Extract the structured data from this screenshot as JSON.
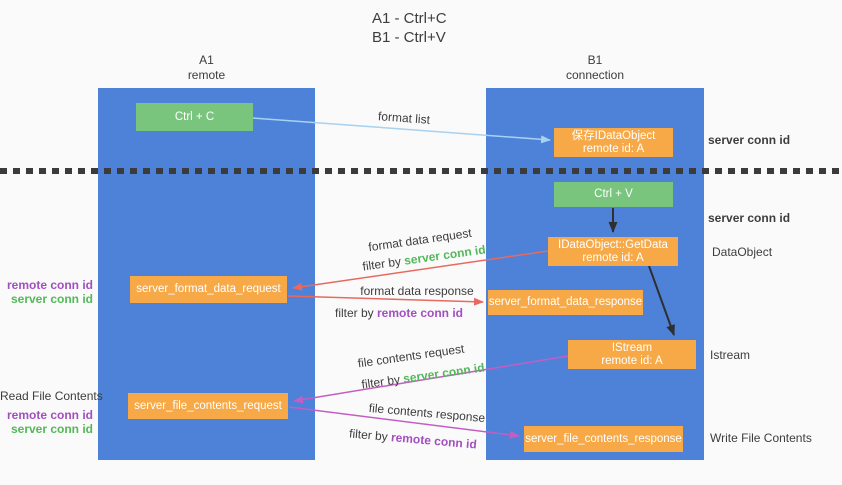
{
  "title": {
    "line1": "A1 - Ctrl+C",
    "line2": "B1 - Ctrl+V"
  },
  "lanes": {
    "left": {
      "name": "A1",
      "role": "remote"
    },
    "right": {
      "name": "B1",
      "role": "connection"
    }
  },
  "nodes": {
    "ctrl_c": {
      "label": "Ctrl + C"
    },
    "save_idataobject": {
      "line1": "保存IDataObject",
      "line2": "remote id: A"
    },
    "ctrl_v": {
      "label": "Ctrl + V"
    },
    "getdata": {
      "line1": "IDataObject::GetData",
      "line2": "remote id: A"
    },
    "format_request": {
      "label": "server_format_data_request"
    },
    "format_response": {
      "label": "server_format_data_response"
    },
    "istream": {
      "line1": "IStream",
      "line2": "remote id: A"
    },
    "file_request": {
      "label": "server_file_contents_request"
    },
    "file_response": {
      "label": "server_file_contents_response"
    }
  },
  "flow_labels": {
    "format_list": "format list",
    "format_data_request": "format data request",
    "format_data_response": "format data response",
    "file_contents_request": "file contents request",
    "file_contents_response": "file contents response",
    "filter_by": "filter by ",
    "server_conn_id": "server conn id",
    "remote_conn_id": "remote conn id"
  },
  "annotations": {
    "right": {
      "server_conn_id_top": "server conn id",
      "server_conn_id_mid": "server conn id",
      "dataobject": "DataObject",
      "istream": "Istream",
      "write_file_contents": "Write File Contents"
    },
    "left": {
      "remote_conn_id_1": "remote conn id",
      "server_conn_id_1": "server conn id",
      "read_file_contents": "Read File Contents",
      "remote_conn_id_2": "remote conn id",
      "server_conn_id_2": "server conn id"
    }
  },
  "colors": {
    "lane_blue": "#4d82d8",
    "box_green": "#79c57e",
    "box_orange": "#f7a947",
    "arrow_blue": "#a8d2f0",
    "arrow_red": "#e8695e",
    "arrow_magenta": "#c35ec3",
    "arrow_black": "#2f2f2f",
    "text_green": "#53b85a",
    "text_purple": "#a24fc0",
    "text_dark": "#3d3d3d",
    "background": "#fafafa",
    "separator": "#3b3b3b"
  }
}
